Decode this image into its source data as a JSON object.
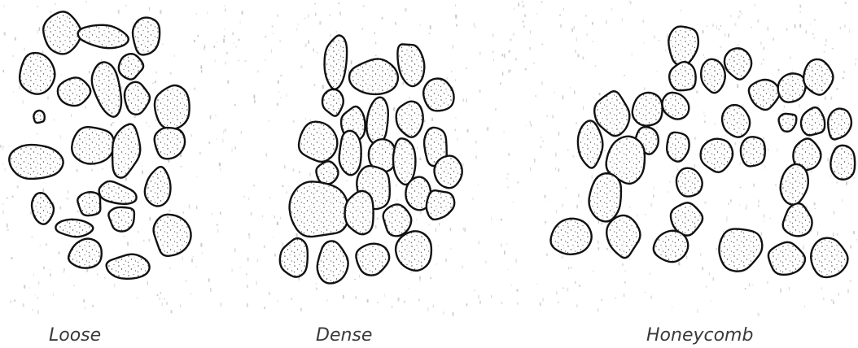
{
  "panels": [
    {
      "caption": "Loose"
    },
    {
      "caption": "Dense"
    },
    {
      "caption": "Honeycomb"
    }
  ],
  "colors": {
    "outline": "#111111",
    "speckle": "#555555",
    "background_noise": "#bdbdbd",
    "caption": "#3a3a3a"
  }
}
